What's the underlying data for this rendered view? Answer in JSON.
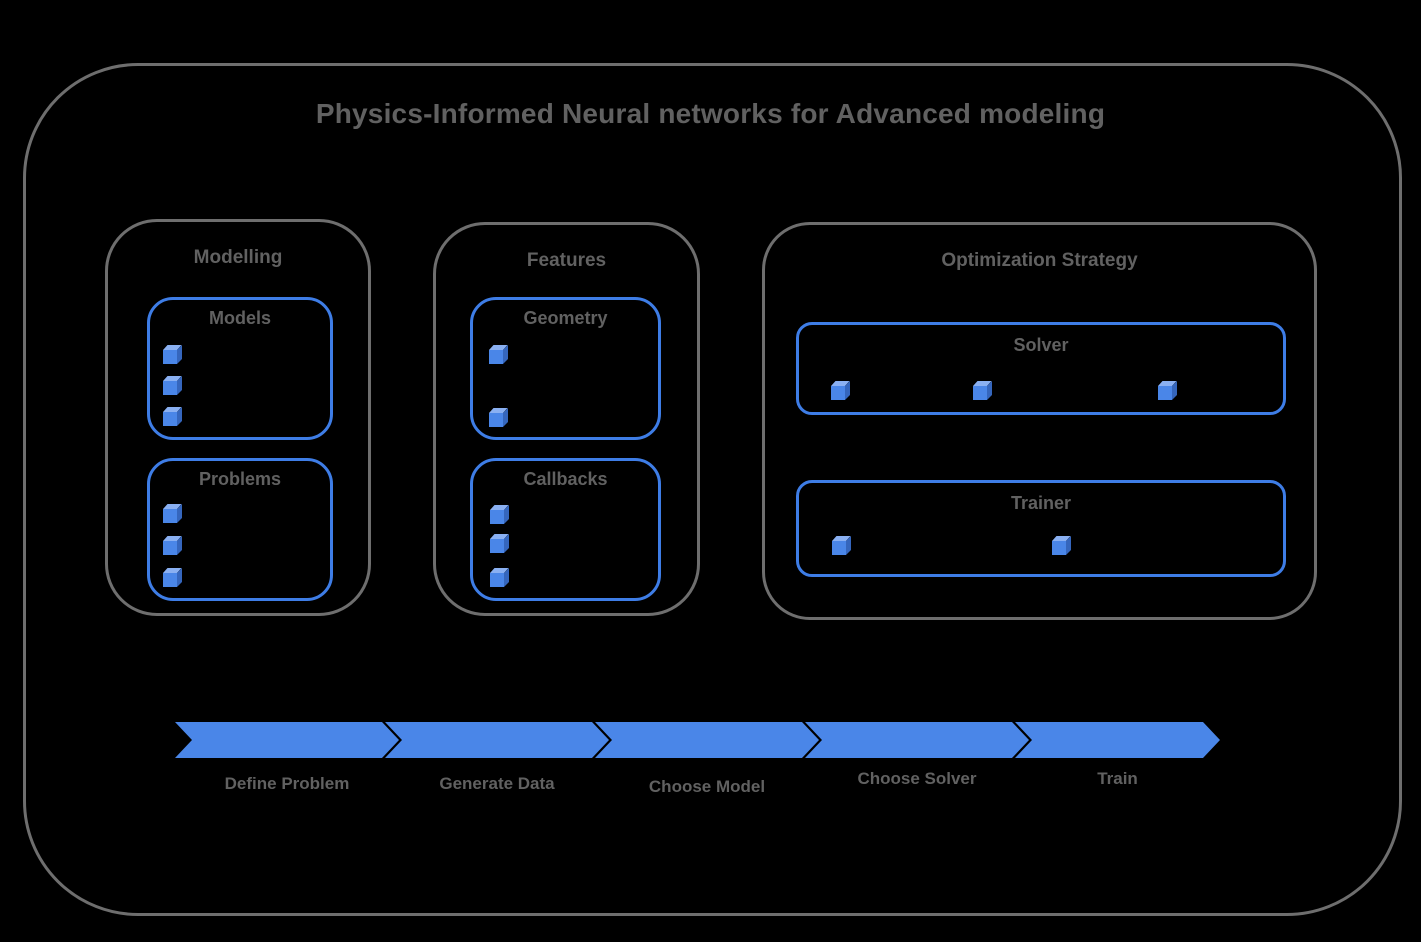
{
  "title": "Physics-Informed Neural networks for Advanced modeling",
  "colors": {
    "accent_blue": "#4a86e8",
    "box_border_blue": "#3e7de6",
    "cube_top_blue": "#8ab0f2",
    "cube_side_blue": "#3566bd",
    "frame_gray": "#6e6e6e",
    "text_gray": "#616161",
    "background": "#000000"
  },
  "sections": {
    "modelling": {
      "label": "Modelling",
      "boxes": {
        "models": {
          "label": "Models",
          "items": [
            "cube-icon",
            "cube-icon",
            "cube-icon"
          ]
        },
        "problems": {
          "label": "Problems",
          "items": [
            "cube-icon",
            "cube-icon",
            "cube-icon"
          ]
        }
      }
    },
    "features": {
      "label": "Features",
      "boxes": {
        "geometry": {
          "label": "Geometry",
          "items": [
            "cube-icon",
            "cube-icon"
          ]
        },
        "callbacks": {
          "label": "Callbacks",
          "items": [
            "cube-icon",
            "cube-icon",
            "cube-icon"
          ]
        }
      }
    },
    "optimization": {
      "label": "Optimization Strategy",
      "boxes": {
        "solver": {
          "label": "Solver",
          "items": [
            "cube-icon",
            "cube-icon",
            "cube-icon"
          ]
        },
        "trainer": {
          "label": "Trainer",
          "items": [
            "cube-icon",
            "cube-icon"
          ]
        }
      }
    }
  },
  "pipeline": {
    "steps": [
      {
        "label": "Define Problem"
      },
      {
        "label": "Generate Data"
      },
      {
        "label": "Choose Model"
      },
      {
        "label": "Choose Solver"
      },
      {
        "label": "Train"
      }
    ]
  }
}
